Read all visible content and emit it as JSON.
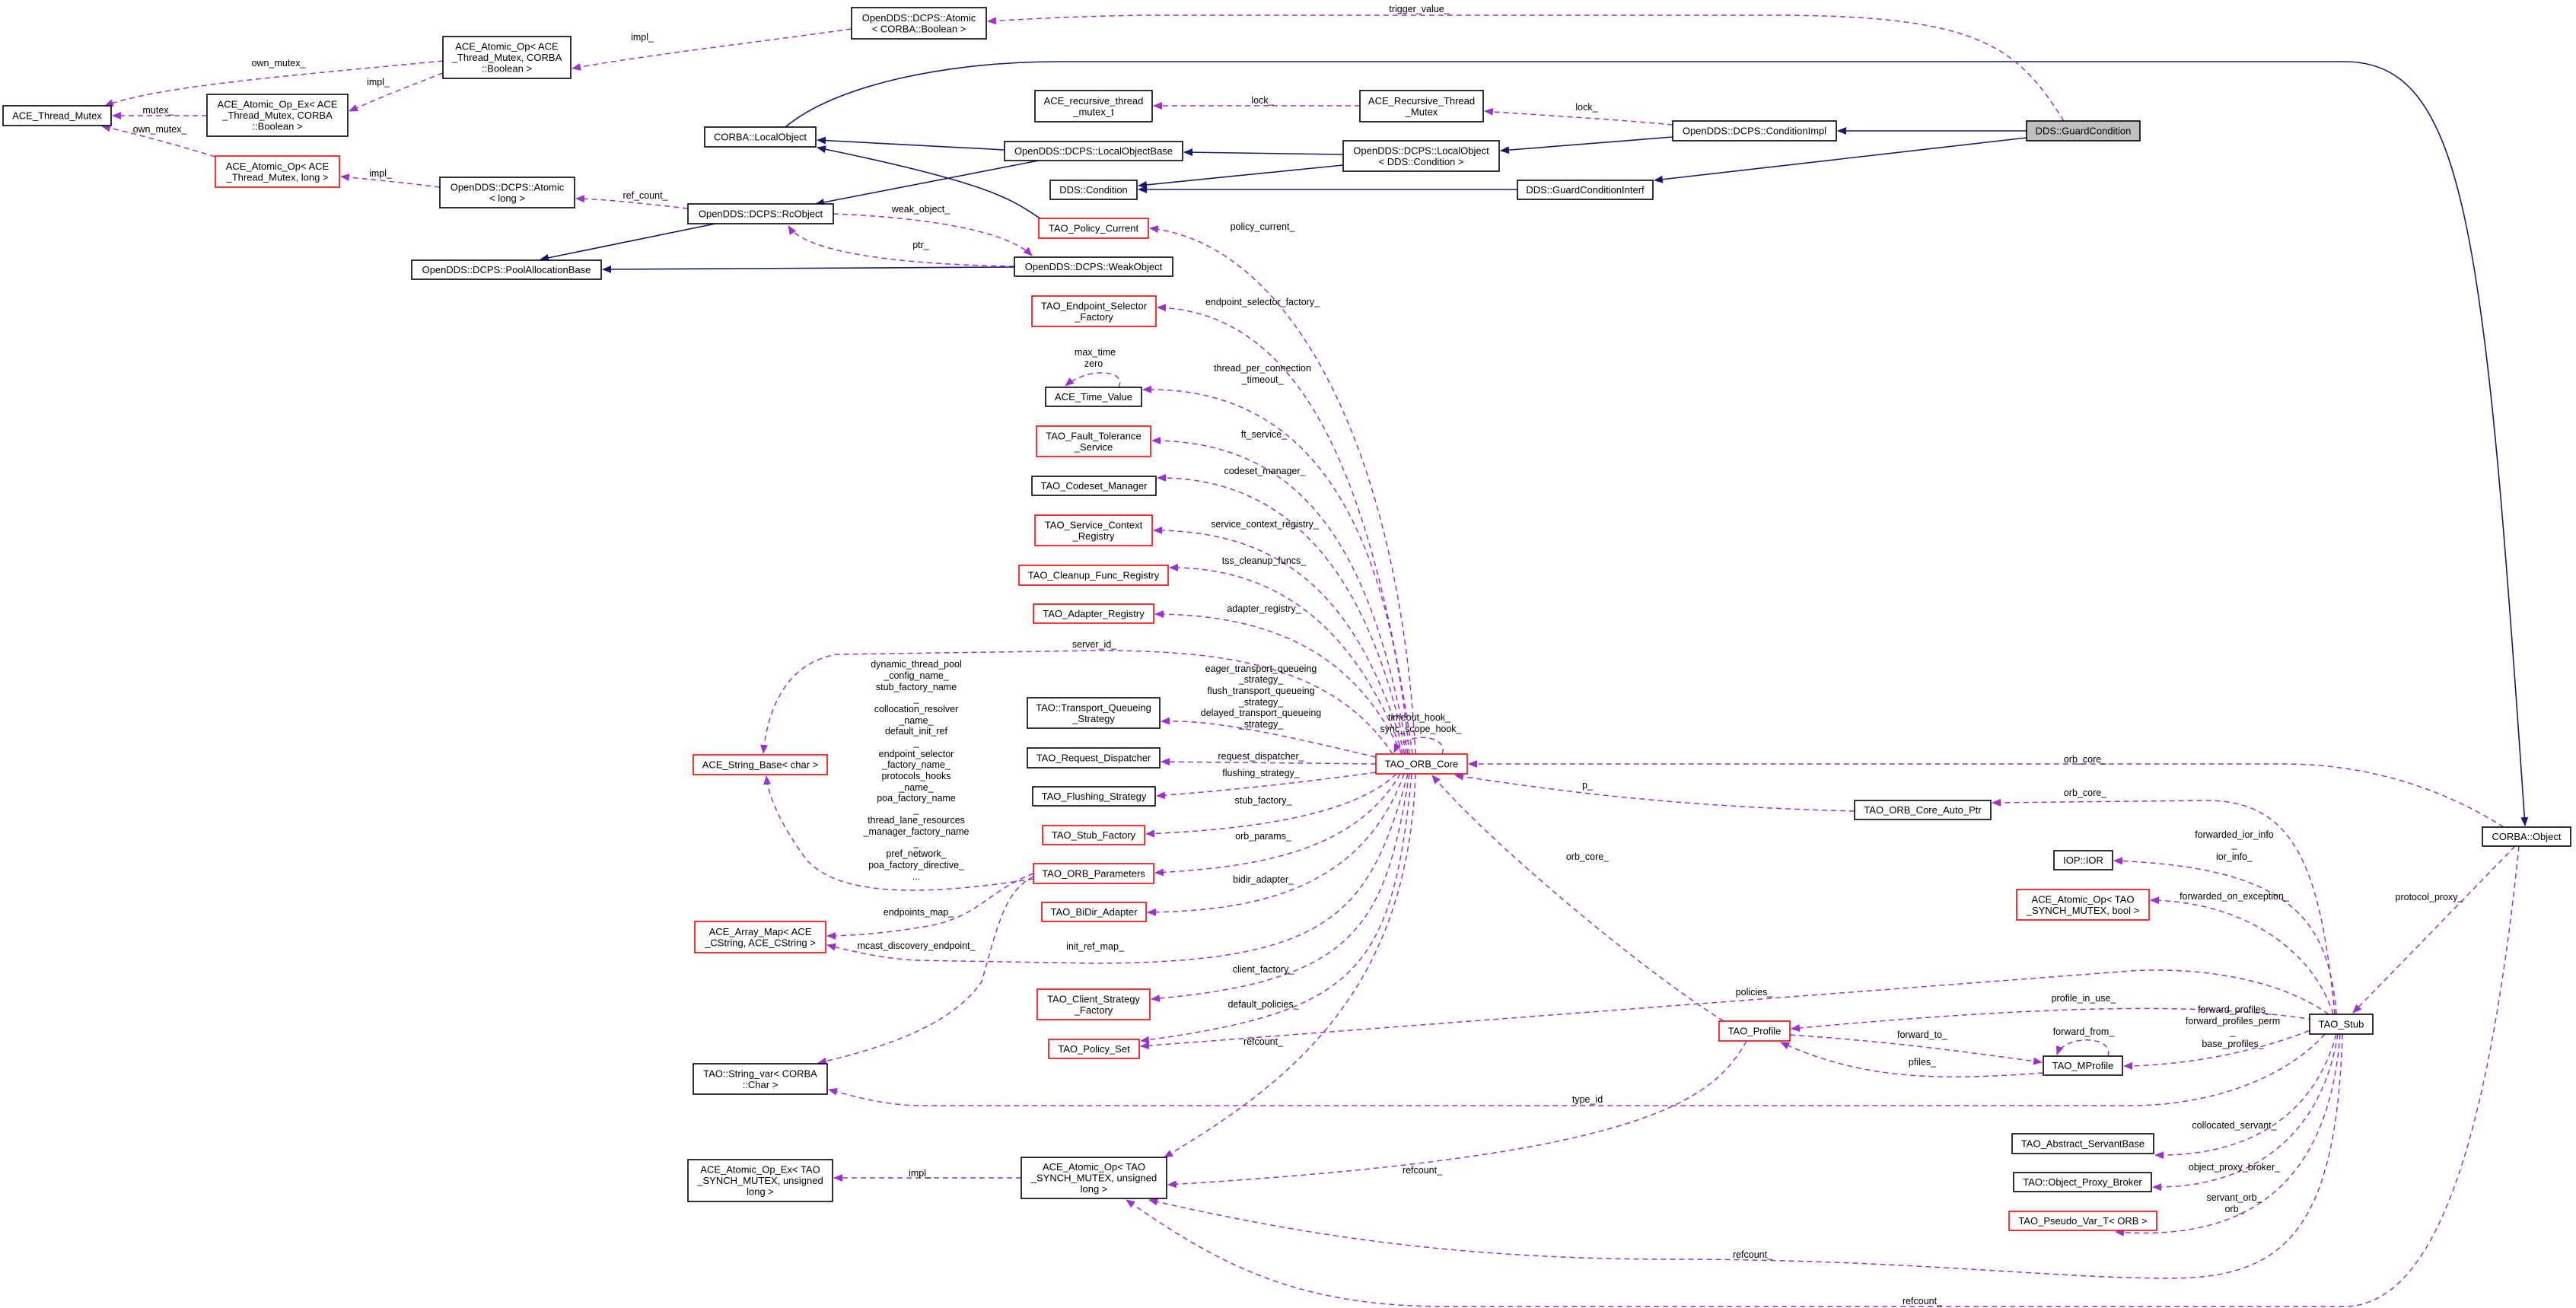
{
  "title": "DDS::GuardCondition collaboration diagram",
  "colors": {
    "usage_edge": "#9a32cd",
    "inherit_edge": "#191970",
    "incomplete_border": "#ff0000",
    "current_fill": "#bfbfbf"
  },
  "nodes": {
    "thread_mutex": {
      "lines": [
        "ACE_Thread_Mutex"
      ]
    },
    "aop_bool": {
      "lines": [
        "ACE_Atomic_Op< ACE",
        "_Thread_Mutex, CORBA",
        "::Boolean >"
      ]
    },
    "aopex_bool": {
      "lines": [
        "ACE_Atomic_Op_Ex< ACE",
        "_Thread_Mutex, CORBA",
        "::Boolean >"
      ]
    },
    "aop_long": {
      "lines": [
        "ACE_Atomic_Op< ACE",
        "_Thread_Mutex, long >"
      ],
      "incomplete": true
    },
    "atomic_bool": {
      "lines": [
        "OpenDDS::DCPS::Atomic",
        "< CORBA::Boolean >"
      ]
    },
    "local_object": {
      "lines": [
        "CORBA::LocalObject"
      ]
    },
    "atomic_long": {
      "lines": [
        "OpenDDS::DCPS::Atomic",
        "< long >"
      ]
    },
    "rc_object": {
      "lines": [
        "OpenDDS::DCPS::RcObject"
      ]
    },
    "pool_alloc": {
      "lines": [
        "OpenDDS::DCPS::PoolAllocationBase"
      ]
    },
    "rec_mutex_t": {
      "lines": [
        "ACE_recursive_thread",
        "_mutex_t"
      ]
    },
    "rec_mutex": {
      "lines": [
        "ACE_Recursive_Thread",
        "_Mutex"
      ]
    },
    "cond_impl": {
      "lines": [
        "OpenDDS::DCPS::ConditionImpl"
      ]
    },
    "guard": {
      "lines": [
        "DDS::GuardCondition"
      ],
      "current": true
    },
    "lo_base": {
      "lines": [
        "OpenDDS::DCPS::LocalObjectBase"
      ]
    },
    "lo_cond": {
      "lines": [
        "OpenDDS::DCPS::LocalObject",
        "< DDS::Condition >"
      ]
    },
    "dds_cond": {
      "lines": [
        "DDS::Condition"
      ]
    },
    "gci": {
      "lines": [
        "DDS::GuardConditionInterf"
      ]
    },
    "policy_current": {
      "lines": [
        "TAO_Policy_Current"
      ],
      "incomplete": true
    },
    "weak_object": {
      "lines": [
        "OpenDDS::DCPS::WeakObject"
      ]
    },
    "endpoint_sel": {
      "lines": [
        "TAO_Endpoint_Selector",
        "_Factory"
      ],
      "incomplete": true
    },
    "time_value": {
      "lines": [
        "ACE_Time_Value"
      ]
    },
    "ft": {
      "lines": [
        "TAO_Fault_Tolerance",
        "_Service"
      ],
      "incomplete": true
    },
    "codeset": {
      "lines": [
        "TAO_Codeset_Manager"
      ]
    },
    "scr": {
      "lines": [
        "TAO_Service_Context",
        "_Registry"
      ],
      "incomplete": true
    },
    "cleanup": {
      "lines": [
        "TAO_Cleanup_Func_Registry"
      ],
      "incomplete": true
    },
    "adapter": {
      "lines": [
        "TAO_Adapter_Registry"
      ],
      "incomplete": true
    },
    "tqs": {
      "lines": [
        "TAO::Transport_Queueing",
        "_Strategy"
      ]
    },
    "req_disp": {
      "lines": [
        "TAO_Request_Dispatcher"
      ]
    },
    "flushing": {
      "lines": [
        "TAO_Flushing_Strategy"
      ]
    },
    "stub_factory": {
      "lines": [
        "TAO_Stub_Factory"
      ],
      "incomplete": true
    },
    "orb_params": {
      "lines": [
        "TAO_ORB_Parameters"
      ],
      "incomplete": true
    },
    "bidir": {
      "lines": [
        "TAO_BiDir_Adapter"
      ],
      "incomplete": true
    },
    "client_sf": {
      "lines": [
        "TAO_Client_Strategy",
        "_Factory"
      ],
      "incomplete": true
    },
    "policy_set": {
      "lines": [
        "TAO_Policy_Set"
      ],
      "incomplete": true
    },
    "aop_tao_ulong": {
      "lines": [
        "ACE_Atomic_Op< TAO",
        "_SYNCH_MUTEX, unsigned",
        "long >"
      ]
    },
    "aopex_tao_ulong": {
      "lines": [
        "ACE_Atomic_Op_Ex< TAO",
        "_SYNCH_MUTEX, unsigned",
        "long >"
      ]
    },
    "string_base": {
      "lines": [
        "ACE_String_Base< char >"
      ],
      "incomplete": true
    },
    "array_map": {
      "lines": [
        "ACE_Array_Map< ACE",
        "_CString, ACE_CString >"
      ],
      "incomplete": true
    },
    "string_var": {
      "lines": [
        "TAO::String_var< CORBA",
        "::Char >"
      ]
    },
    "orb_core": {
      "lines": [
        "TAO_ORB_Core"
      ],
      "incomplete": true
    },
    "auto_ptr": {
      "lines": [
        "TAO_ORB_Core_Auto_Ptr"
      ]
    },
    "profile": {
      "lines": [
        "TAO_Profile"
      ],
      "incomplete": true
    },
    "mprofile": {
      "lines": [
        "TAO_MProfile"
      ]
    },
    "ior": {
      "lines": [
        "IOP::IOR"
      ]
    },
    "aop_tao_bool": {
      "lines": [
        "ACE_Atomic_Op< TAO",
        "_SYNCH_MUTEX, bool >"
      ],
      "incomplete": true
    },
    "servant_base": {
      "lines": [
        "TAO_Abstract_ServantBase"
      ]
    },
    "proxy_broker": {
      "lines": [
        "TAO::Object_Proxy_Broker"
      ]
    },
    "pseudo_var": {
      "lines": [
        "TAO_Pseudo_Var_T< ORB >"
      ],
      "incomplete": true
    },
    "stub": {
      "lines": [
        "TAO_Stub"
      ]
    },
    "corba_object": {
      "lines": [
        "CORBA::Object"
      ]
    }
  },
  "edges": [
    {
      "id": "e1",
      "kind": "usage",
      "from": "atomic_bool",
      "to": "aop_bool",
      "label": [
        "impl_"
      ]
    },
    {
      "id": "e2",
      "kind": "usage",
      "from": "aop_bool",
      "to": "aopex_bool",
      "label": [
        "impl_"
      ]
    },
    {
      "id": "e3",
      "kind": "usage",
      "from": "aop_bool",
      "to": "thread_mutex",
      "label": [
        "own_mutex_"
      ]
    },
    {
      "id": "e4",
      "kind": "usage",
      "from": "aopex_bool",
      "to": "thread_mutex",
      "label": [
        "mutex_"
      ]
    },
    {
      "id": "e5",
      "kind": "usage",
      "from": "aop_long",
      "to": "thread_mutex",
      "label": [
        "own_mutex_"
      ]
    },
    {
      "id": "e6",
      "kind": "usage",
      "from": "atomic_long",
      "to": "aop_long",
      "label": [
        "impl_"
      ]
    },
    {
      "id": "e7",
      "kind": "usage",
      "from": "rc_object",
      "to": "atomic_long",
      "label": [
        "ref_count_"
      ]
    },
    {
      "id": "e8",
      "kind": "usage",
      "from": "rc_object",
      "to": "weak_object",
      "label": [
        "weak_object_"
      ]
    },
    {
      "id": "e9",
      "kind": "usage",
      "from": "weak_object",
      "to": "rc_object",
      "label": [
        "ptr_"
      ]
    },
    {
      "id": "e10",
      "kind": "inherit",
      "from": "rc_object",
      "to": "pool_alloc",
      "label": []
    },
    {
      "id": "e11",
      "kind": "inherit",
      "from": "weak_object",
      "to": "pool_alloc",
      "label": []
    },
    {
      "id": "e12",
      "kind": "inherit",
      "from": "lo_base",
      "to": "rc_object",
      "label": []
    },
    {
      "id": "e13",
      "kind": "inherit",
      "from": "lo_base",
      "to": "local_object",
      "label": []
    },
    {
      "id": "e14",
      "kind": "inherit",
      "from": "policy_current",
      "to": "local_object",
      "label": []
    },
    {
      "id": "e15",
      "kind": "inherit",
      "from": "local_object",
      "to": "corba_object",
      "label": []
    },
    {
      "id": "e16",
      "kind": "inherit",
      "from": "lo_cond",
      "to": "lo_base",
      "label": []
    },
    {
      "id": "e17",
      "kind": "inherit",
      "from": "lo_cond",
      "to": "dds_cond",
      "label": []
    },
    {
      "id": "e18",
      "kind": "inherit",
      "from": "gci",
      "to": "dds_cond",
      "label": []
    },
    {
      "id": "e19",
      "kind": "inherit",
      "from": "cond_impl",
      "to": "lo_cond",
      "label": []
    },
    {
      "id": "e20",
      "kind": "inherit",
      "from": "guard",
      "to": "cond_impl",
      "label": []
    },
    {
      "id": "e21",
      "kind": "inherit",
      "from": "guard",
      "to": "gci",
      "label": []
    },
    {
      "id": "e22",
      "kind": "usage",
      "from": "cond_impl",
      "to": "rec_mutex",
      "label": [
        "lock_"
      ]
    },
    {
      "id": "e23",
      "kind": "usage",
      "from": "rec_mutex",
      "to": "rec_mutex_t",
      "label": [
        "lock_"
      ]
    },
    {
      "id": "e24",
      "kind": "usage",
      "from": "guard",
      "to": "atomic_bool",
      "label": [
        "trigger_value_"
      ]
    },
    {
      "id": "e25",
      "kind": "usage",
      "from": "orb_core",
      "to": "policy_current",
      "label": [
        "policy_current_"
      ]
    },
    {
      "id": "e26",
      "kind": "usage",
      "from": "orb_core",
      "to": "endpoint_sel",
      "label": [
        "endpoint_selector_factory_"
      ]
    },
    {
      "id": "e27",
      "kind": "usage",
      "from": "orb_core",
      "to": "time_value",
      "label": [
        "thread_per_connection",
        "_timeout_"
      ]
    },
    {
      "id": "e28",
      "kind": "usage",
      "from": "orb_core",
      "to": "ft",
      "label": [
        "ft_service_"
      ]
    },
    {
      "id": "e29",
      "kind": "usage",
      "from": "orb_core",
      "to": "codeset",
      "label": [
        "codeset_manager_"
      ]
    },
    {
      "id": "e30",
      "kind": "usage",
      "from": "orb_core",
      "to": "scr",
      "label": [
        "service_context_registry_"
      ]
    },
    {
      "id": "e31",
      "kind": "usage",
      "from": "orb_core",
      "to": "cleanup",
      "label": [
        "tss_cleanup_funcs_"
      ]
    },
    {
      "id": "e32",
      "kind": "usage",
      "from": "orb_core",
      "to": "adapter",
      "label": [
        "adapter_registry_"
      ]
    },
    {
      "id": "e33",
      "kind": "usage",
      "from": "orb_core",
      "to": "string_base",
      "label": [
        "server_id_"
      ]
    },
    {
      "id": "e34",
      "kind": "usage",
      "from": "orb_core",
      "to": "tqs",
      "label": [
        "eager_transport_queueing",
        "_strategy_",
        "flush_transport_queueing",
        "_strategy_",
        "delayed_transport_queueing",
        "_strategy_"
      ]
    },
    {
      "id": "e35",
      "kind": "usage",
      "from": "orb_core",
      "to": "req_disp",
      "label": [
        "request_dispatcher_"
      ]
    },
    {
      "id": "e36",
      "kind": "usage",
      "from": "orb_core",
      "to": "flushing",
      "label": [
        "flushing_strategy_"
      ]
    },
    {
      "id": "e37",
      "kind": "usage",
      "from": "orb_core",
      "to": "stub_factory",
      "label": [
        "stub_factory_"
      ]
    },
    {
      "id": "e38",
      "kind": "usage",
      "from": "orb_core",
      "to": "orb_params",
      "label": [
        "orb_params_"
      ]
    },
    {
      "id": "e39",
      "kind": "usage",
      "from": "orb_core",
      "to": "bidir",
      "label": [
        "bidir_adapter_"
      ]
    },
    {
      "id": "e40",
      "kind": "usage",
      "from": "orb_core",
      "to": "array_map",
      "label": [
        "init_ref_map_"
      ]
    },
    {
      "id": "e41",
      "kind": "usage",
      "from": "orb_core",
      "to": "client_sf",
      "label": [
        "client_factory_"
      ]
    },
    {
      "id": "e42",
      "kind": "usage",
      "from": "orb_core",
      "to": "policy_set",
      "label": [
        "default_policies_"
      ]
    },
    {
      "id": "e43",
      "kind": "usage",
      "from": "orb_core",
      "to": "aop_tao_ulong",
      "label": [
        "refcount_"
      ]
    },
    {
      "id": "e44",
      "kind": "usage",
      "from": "orb_core",
      "to": "orb_core",
      "label": [
        "timeout_hook_",
        "sync_scope_hook_"
      ]
    },
    {
      "id": "e45",
      "kind": "usage",
      "from": "orb_params",
      "to": "string_base",
      "label": [
        "dynamic_thread_pool",
        "_config_name_",
        "stub_factory_name",
        "_",
        "collocation_resolver",
        "_name_",
        "default_init_ref",
        "_",
        "endpoint_selector",
        "_factory_name_",
        "protocols_hooks",
        "_name_",
        "poa_factory_name",
        "_",
        "thread_lane_resources",
        "_manager_factory_name",
        "_",
        "pref_network_",
        "poa_factory_directive_",
        "..."
      ]
    },
    {
      "id": "e46",
      "kind": "usage",
      "from": "orb_params",
      "to": "array_map",
      "label": [
        "endpoints_map_"
      ]
    },
    {
      "id": "e47",
      "kind": "usage",
      "from": "orb_params",
      "to": "string_var",
      "label": [
        "mcast_discovery_endpoint_"
      ]
    },
    {
      "id": "e48",
      "kind": "usage",
      "from": "profile",
      "to": "orb_core",
      "label": [
        "orb_core_"
      ]
    },
    {
      "id": "e49",
      "kind": "usage",
      "from": "profile",
      "to": "aop_tao_ulong",
      "label": [
        "refcount_"
      ]
    },
    {
      "id": "e50",
      "kind": "usage",
      "from": "profile",
      "to": "mprofile",
      "label": [
        "forward_to_"
      ]
    },
    {
      "id": "e51",
      "kind": "usage",
      "from": "mprofile",
      "to": "profile",
      "label": [
        "pfiles_"
      ]
    },
    {
      "id": "e52",
      "kind": "usage",
      "from": "mprofile",
      "to": "mprofile",
      "label": [
        "forward_from_"
      ]
    },
    {
      "id": "e53",
      "kind": "usage",
      "from": "auto_ptr",
      "to": "orb_core",
      "label": [
        "p_"
      ]
    },
    {
      "id": "e54",
      "kind": "usage",
      "from": "corba_object",
      "to": "orb_core",
      "label": [
        "orb_core_"
      ]
    },
    {
      "id": "e55",
      "kind": "usage",
      "from": "stub",
      "to": "auto_ptr",
      "label": [
        "orb_core_"
      ]
    },
    {
      "id": "e56",
      "kind": "usage",
      "from": "stub",
      "to": "ior",
      "label": [
        "forwarded_ior_info",
        "_",
        "ior_info_"
      ]
    },
    {
      "id": "e57",
      "kind": "usage",
      "from": "stub",
      "to": "aop_tao_bool",
      "label": [
        "forwarded_on_exception_"
      ]
    },
    {
      "id": "e58",
      "kind": "usage",
      "from": "corba_object",
      "to": "stub",
      "label": [
        "protocol_proxy_"
      ]
    },
    {
      "id": "e59",
      "kind": "usage",
      "from": "stub",
      "to": "policy_set",
      "label": [
        "policies_"
      ]
    },
    {
      "id": "e60",
      "kind": "usage",
      "from": "stub",
      "to": "profile",
      "label": [
        "profile_in_use_"
      ]
    },
    {
      "id": "e61",
      "kind": "usage",
      "from": "stub",
      "to": "mprofile",
      "label": [
        "forward_profiles_",
        "forward_profiles_perm",
        "_",
        "base_profiles_"
      ]
    },
    {
      "id": "e63",
      "kind": "usage",
      "from": "stub",
      "to": "string_var",
      "label": [
        "type_id"
      ]
    },
    {
      "id": "e64",
      "kind": "usage",
      "from": "stub",
      "to": "servant_base",
      "label": [
        "collocated_servant_"
      ]
    },
    {
      "id": "e65",
      "kind": "usage",
      "from": "stub",
      "to": "proxy_broker",
      "label": [
        "object_proxy_broker_"
      ]
    },
    {
      "id": "e66",
      "kind": "usage",
      "from": "stub",
      "to": "pseudo_var",
      "label": [
        "servant_orb_",
        "orb_"
      ]
    },
    {
      "id": "e67",
      "kind": "usage",
      "from": "stub",
      "to": "aop_tao_ulong",
      "label": [
        "refcount_"
      ]
    },
    {
      "id": "e68",
      "kind": "usage",
      "from": "corba_object",
      "to": "aop_tao_ulong",
      "label": [
        "refcount_"
      ]
    },
    {
      "id": "e69",
      "kind": "usage",
      "from": "aop_tao_ulong",
      "to": "aopex_tao_ulong",
      "label": [
        "impl_"
      ]
    },
    {
      "id": "e70",
      "kind": "usage",
      "from": "time_value",
      "to": "time_value",
      "label": [
        "max_time",
        "zero"
      ]
    }
  ]
}
